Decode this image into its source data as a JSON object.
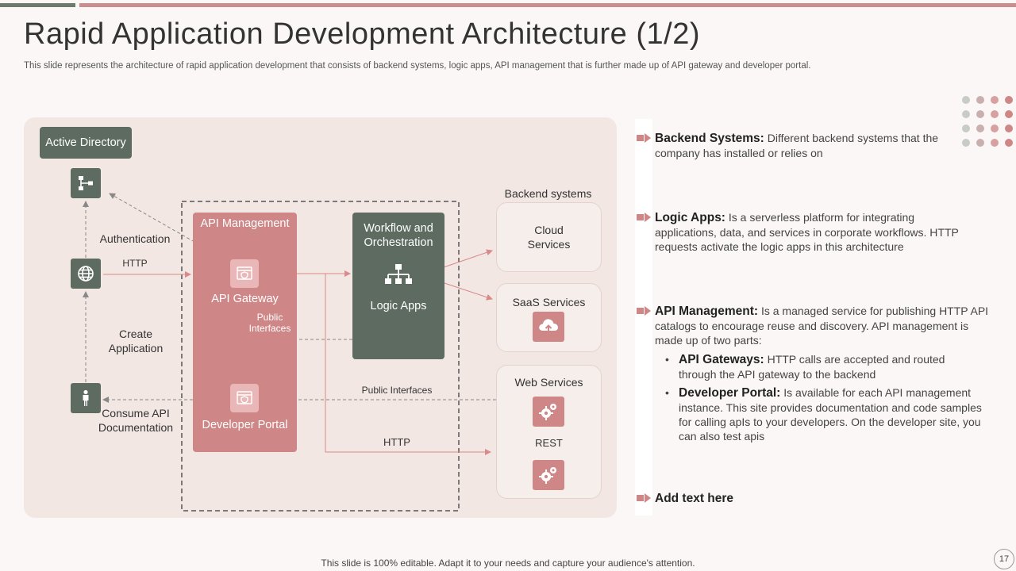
{
  "title": "Rapid Application Development Architecture (1/2)",
  "subtitle": "This slide represents the architecture of rapid application development that consists of backend systems, logic apps, API management that is further made up of API  gateway and developer portal.",
  "diagram": {
    "active_directory": "Active Directory",
    "authentication": "Authentication",
    "http_left": "HTTP",
    "create_application": [
      "Create",
      "Application"
    ],
    "consume_api": [
      "Consume API",
      "Documentation"
    ],
    "api_management": "API Management",
    "api_gateway": "API Gateway",
    "public_interfaces_inner": [
      "Public",
      "Interfaces"
    ],
    "developer_portal": "Developer Portal",
    "workflow": [
      "Workflow and",
      "Orchestration"
    ],
    "logic_apps": "Logic Apps",
    "backend_systems": "Backend systems",
    "cloud_services": [
      "Cloud",
      "Services"
    ],
    "saas_services": "SaaS Services",
    "web_services": "Web Services",
    "rest": "REST",
    "public_interfaces_bottom": "Public Interfaces",
    "http_bottom": "HTTP"
  },
  "points": [
    {
      "head": "Backend Systems:",
      "body": " Different backend systems that the company has installed or relies on"
    },
    {
      "head": "Logic Apps:",
      "body": " Is a serverless platform for integrating applications, data, and services in corporate workflows. HTTP requests activate the logic apps in this architecture"
    },
    {
      "head": "API Management:",
      "body": " Is a managed service for publishing HTTP API catalogs to encourage reuse and discovery. API management is made up of two parts:"
    },
    {
      "head": "Add text here",
      "body": ""
    }
  ],
  "subpoints": [
    {
      "head": "API Gateways:",
      "body": " HTTP calls are accepted and routed through the API gateway to the backend"
    },
    {
      "head": "Developer Portal:",
      "body": " Is available for each API management instance. This site provides documentation and code samples for calling apIs to your developers. On the developer site, you can also test apis"
    }
  ],
  "footer": "This slide is 100% editable. Adapt it to your needs and capture your audience's attention.",
  "page_number": "17",
  "colors": {
    "dark": "#5d6b60",
    "rose": "#cf8686",
    "panel": "#f2e7e3",
    "arrow": "#d98a8a"
  }
}
